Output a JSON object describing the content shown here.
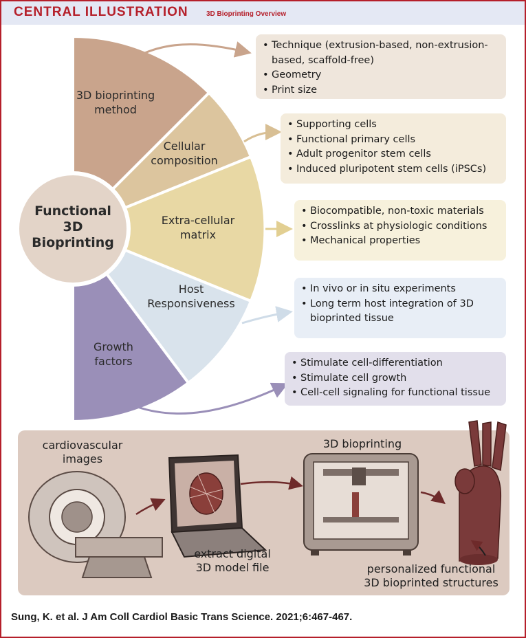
{
  "header": {
    "title": "CENTRAL ILLUSTRATION",
    "subtitle": "3D Bioprinting Overview"
  },
  "center": {
    "line1": "Functional",
    "line2": "3D",
    "line3": "Bioprinting"
  },
  "segments": [
    {
      "line1": "3D bioprinting",
      "line2": "method",
      "color": "#c9a48c"
    },
    {
      "line1": "Cellular",
      "line2": "composition",
      "color": "#dcc59e"
    },
    {
      "line1": "Extra-cellular",
      "line2": "matrix",
      "color": "#e8d8a4"
    },
    {
      "line1": "Host",
      "line2": "Responsiveness",
      "color": "#d9e3ec"
    },
    {
      "line1": "Growth",
      "line2": "factors",
      "color": "#9a8fb8"
    }
  ],
  "boxes": [
    {
      "bg": "#efe6dc",
      "items": [
        "Technique (extrusion-based, non-extrusion-based, scaffold-free)",
        "Geometry",
        "Print size"
      ]
    },
    {
      "bg": "#f4ecdc",
      "items": [
        "Supporting cells",
        "Functional primary cells",
        "Adult progenitor stem cells",
        "Induced pluripotent stem cells (iPSCs)"
      ]
    },
    {
      "bg": "#f7f1dc",
      "items": [
        "Biocompatible, non-toxic materials",
        "Crosslinks at physiologic conditions",
        "Mechanical properties"
      ]
    },
    {
      "bg": "#e8eef6",
      "items": [
        "In vivo or in situ experiments",
        "Long term host integration of 3D bioprinted tissue"
      ]
    },
    {
      "bg": "#e2dfeb",
      "items": [
        "Stimulate cell-differentiation",
        "Stimulate cell growth",
        "Cell-cell signaling for functional tissue"
      ]
    }
  ],
  "workflow": {
    "step1_line1": "cardiovascular",
    "step1_line2": "images",
    "step2_line1": "extract digital",
    "step2_line2": "3D model file",
    "step3": "3D bioprinting",
    "step4_line1": "personalized functional",
    "step4_line2": "3D bioprinted structures"
  },
  "citation": "Sung, K. et al. J Am Coll Cardiol Basic Trans Science. 2021;6:467-467.",
  "colors": {
    "brand_red": "#b51f2a",
    "header_bg": "#e4e8f4",
    "workflow_bg": "#dccac0",
    "vessel": "#7a3a3a"
  }
}
